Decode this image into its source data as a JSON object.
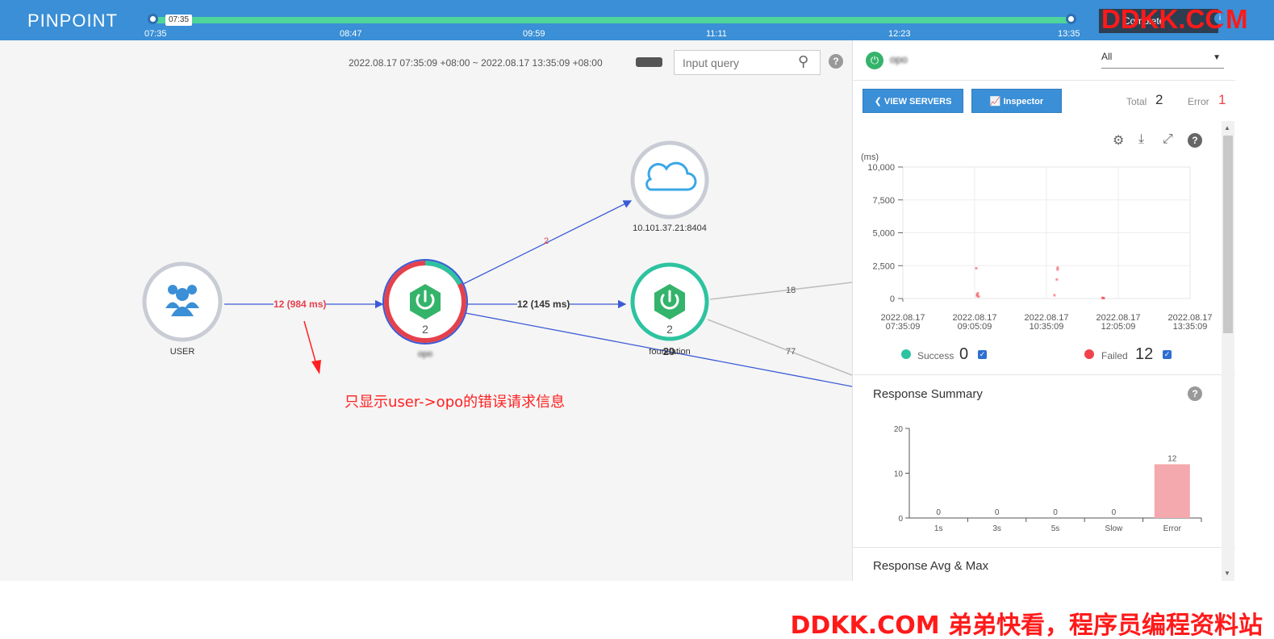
{
  "app": {
    "logo": "PINPOINT"
  },
  "timeline": {
    "handle_label": "07:35",
    "ticks": [
      "07:35",
      "08:47",
      "09:59",
      "11:11",
      "12:23",
      "13:35"
    ],
    "complete_label": "Complete"
  },
  "watermark": {
    "top": "DDKK.COM",
    "bottom": "DDKK.COM 弟弟快看，程序员编程资料站"
  },
  "query": {
    "range_text": "2022.08.17 07:35:09 +08:00 ~ 2022.08.17 13:35:09 +08:00",
    "placeholder": "Input query"
  },
  "map": {
    "nodes": {
      "user": {
        "label": "USER"
      },
      "opo": {
        "label": "opo",
        "count": "2"
      },
      "unknown": {
        "label": "10.101.37.21:8404"
      },
      "foundation": {
        "label": "foundation",
        "count": "2",
        "overlay": "20"
      }
    },
    "edges": {
      "user_opo": "12 (984 ms)",
      "opo_foundation": "12 (145 ms)",
      "opo_unknown": "2",
      "foundation_out1": "18",
      "foundation_out2": "77"
    },
    "annotation": "只显示user->opo的错误请求信息"
  },
  "panel": {
    "app_name": "opo",
    "filter_value": "All",
    "view_servers_label": "VIEW SERVERS",
    "inspector_label": "Inspector",
    "total_label": "Total",
    "total_value": "2",
    "error_label": "Error",
    "error_value": "1",
    "scatter_legend": {
      "success_label": "Success",
      "success_value": "0",
      "failed_label": "Failed",
      "failed_value": "12"
    },
    "response_summary_title": "Response Summary",
    "response_avg_title": "Response Avg & Max"
  },
  "colors": {
    "topbar": "#3a8fd6",
    "timeline": "#4fd49a",
    "success": "#2ec3a0",
    "failed": "#f0424a",
    "error_bar": "#f3a9ad",
    "edge_blue": "#3b5bd6"
  },
  "chart_data": [
    {
      "type": "scatter",
      "ylabel": "(ms)",
      "y_ticks": [
        "10,000",
        "7,500",
        "5,000",
        "2,500",
        "0"
      ],
      "ylim": [
        0,
        10000
      ],
      "x_ticks": [
        [
          "2022.08.17",
          "07:35:09"
        ],
        [
          "2022.08.17",
          "09:05:09"
        ],
        [
          "2022.08.17",
          "10:35:09"
        ],
        [
          "2022.08.17",
          "12:05:09"
        ],
        [
          "2022.08.17",
          "13:35:09"
        ]
      ],
      "xlim": [
        0,
        360
      ],
      "grid": true,
      "series": [
        {
          "name": "Success",
          "points": []
        },
        {
          "name": "Failed",
          "points": [
            {
              "x": 92,
              "y": 2300
            },
            {
              "x": 93,
              "y": 300
            },
            {
              "x": 93,
              "y": 200
            },
            {
              "x": 94,
              "y": 400
            },
            {
              "x": 95,
              "y": 150
            },
            {
              "x": 194,
              "y": 2350
            },
            {
              "x": 194,
              "y": 2200
            },
            {
              "x": 193,
              "y": 1450
            },
            {
              "x": 190,
              "y": 250
            },
            {
              "x": 250,
              "y": 50
            },
            {
              "x": 251,
              "y": 40
            },
            {
              "x": 252,
              "y": 30
            }
          ]
        }
      ]
    },
    {
      "type": "bar",
      "title": "Response Summary",
      "categories": [
        "1s",
        "3s",
        "5s",
        "Slow",
        "Error"
      ],
      "values": [
        0,
        0,
        0,
        0,
        12
      ],
      "y_ticks": [
        "20",
        "10",
        "0"
      ],
      "ylim": [
        0,
        20
      ]
    }
  ]
}
